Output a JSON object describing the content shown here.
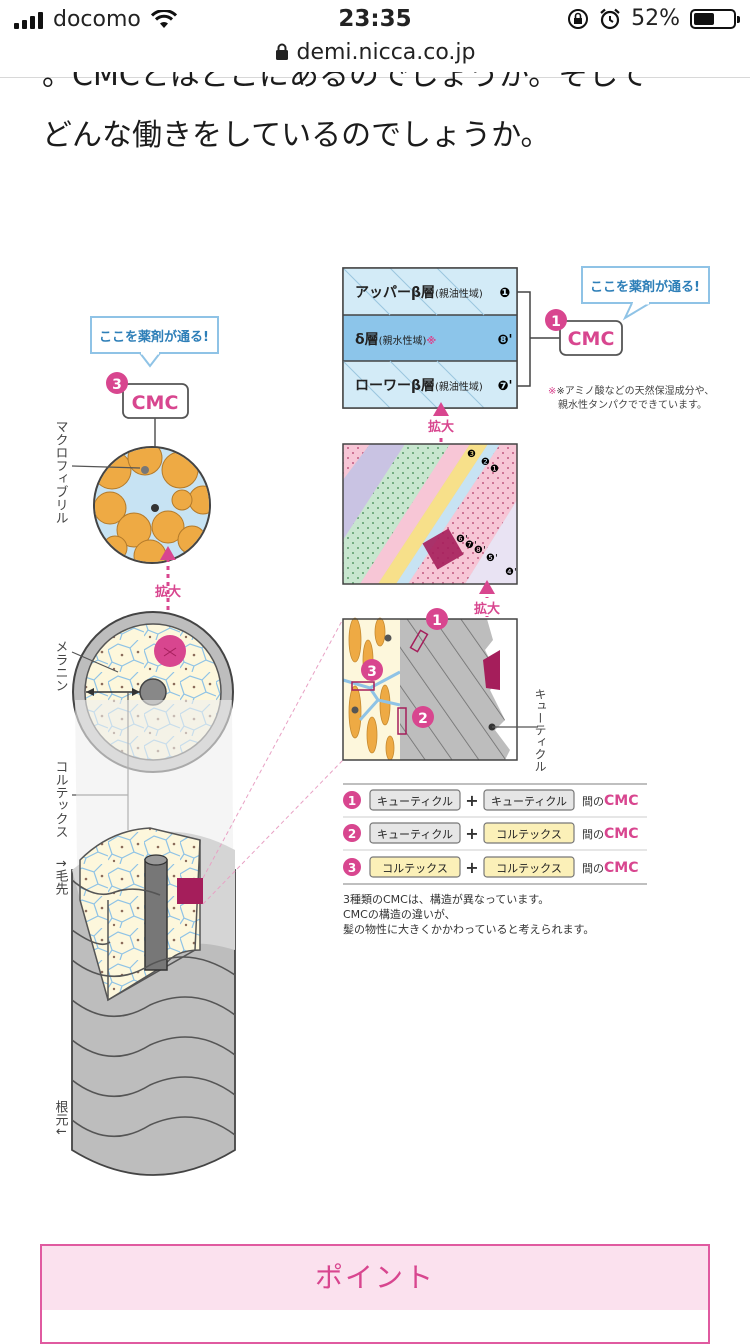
{
  "status_bar": {
    "carrier": "docomo",
    "time": "23:35",
    "battery_percent_text": "52%",
    "battery_level": 0.52
  },
  "url_bar": {
    "domain": "demi.nicca.co.jp"
  },
  "article": {
    "line1": "。CMCとはどこにあるのでしょうか。そして",
    "line2": "どんな働きをしているのでしょうか。"
  },
  "figure": {
    "callout_text": "ここを薬剤が通る!",
    "cmc_label": "CMC",
    "badge_3": "3",
    "badge_1": "1",
    "badge_2": "2",
    "left_labels": {
      "macrofibril": "マクロフィブリル",
      "melanin": "メラニン",
      "cortex": "コルテックス",
      "tip": "↑毛先",
      "root": "根元↓"
    },
    "enlarge": "拡大",
    "layers": [
      {
        "name": "アッパーβ層",
        "sub": "(親油性域)",
        "mark": "❶"
      },
      {
        "name": "δ層",
        "sub": "(親水性域)",
        "asterisk": "※",
        "mark": "❽'"
      },
      {
        "name": "ローワーβ層",
        "sub": "(親油性域)",
        "mark": "❼'"
      }
    ],
    "layer_note_line1": "※アミノ酸などの天然保湿成分や、",
    "layer_note_line2": "親水性タンパクでできています。",
    "cuticle_label": "キューティクル",
    "stripe_marks": {
      "m3": "❸",
      "m2": "❷",
      "m1": "❶",
      "r6": "❻'",
      "r7": "❼'",
      "r8": "❽'",
      "r5": "❺'",
      "r4": "❹'"
    },
    "legend_rows": [
      {
        "num": "1",
        "a": "キューティクル",
        "b": "キューティクル",
        "a_style": "gray",
        "b_style": "gray"
      },
      {
        "num": "2",
        "a": "キューティクル",
        "b": "コルテックス",
        "a_style": "gray",
        "b_style": "yellow"
      },
      {
        "num": "3",
        "a": "コルテックス",
        "b": "コルテックス",
        "a_style": "yellow",
        "b_style": "yellow"
      }
    ],
    "legend_plus": "+",
    "legend_between": "間の",
    "legend_cmc": "CMC",
    "desc_line1": "3種類のCMCは、構造が異なっています。",
    "desc_line2": "CMCの構造の違いが、",
    "desc_line3": "髪の物性に大きくかかわっていると考えられます。"
  },
  "point": {
    "title": "ポイント"
  },
  "colors": {
    "pink": "#d8468f",
    "magenta": "#a51e5b",
    "blue_cell": "#c7e3f3",
    "cream": "#fdf7dc",
    "orange": "#eeaa44",
    "gray": "#bdbdbd"
  }
}
